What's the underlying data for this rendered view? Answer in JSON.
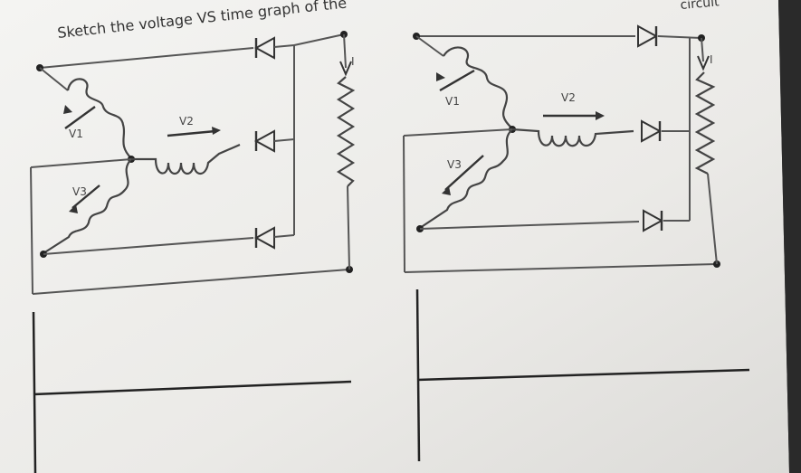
{
  "worksheet": {
    "heading_left": "Sketch the voltage VS time graph of the",
    "heading_right": "circuit"
  },
  "circuit_left": {
    "labels": {
      "v1": "V1",
      "v2": "V2",
      "v3": "V3",
      "current": "I"
    }
  },
  "circuit_right": {
    "labels": {
      "v1": "V1",
      "v2": "V2",
      "v3": "V3",
      "current": "I"
    }
  },
  "colors": {
    "paper": "#ecebe8",
    "ink": "#444444",
    "shadow": "#2a2a2a"
  }
}
